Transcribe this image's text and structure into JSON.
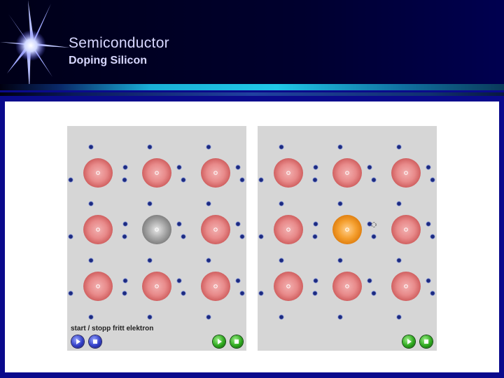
{
  "header": {
    "title": "Semiconductor",
    "subtitle": "Doping Silicon"
  },
  "left_panel": {
    "control_label": "start / stopp fritt elektron",
    "buttons": [
      "play-icon",
      "stop-icon"
    ],
    "center_atom": "dopant (gray)"
  },
  "right_panel": {
    "buttons": [
      "play-icon",
      "stop-icon"
    ],
    "center_atom": "dopant (orange)"
  },
  "colors": {
    "background": "#0a0a8c",
    "atom": "#e88a8a",
    "dopant_gray": "#a8a8a8",
    "dopant_orange": "#f5a030",
    "electron": "#1c2a80",
    "button_blue": "#3340c8",
    "button_green": "#2ea81e"
  }
}
